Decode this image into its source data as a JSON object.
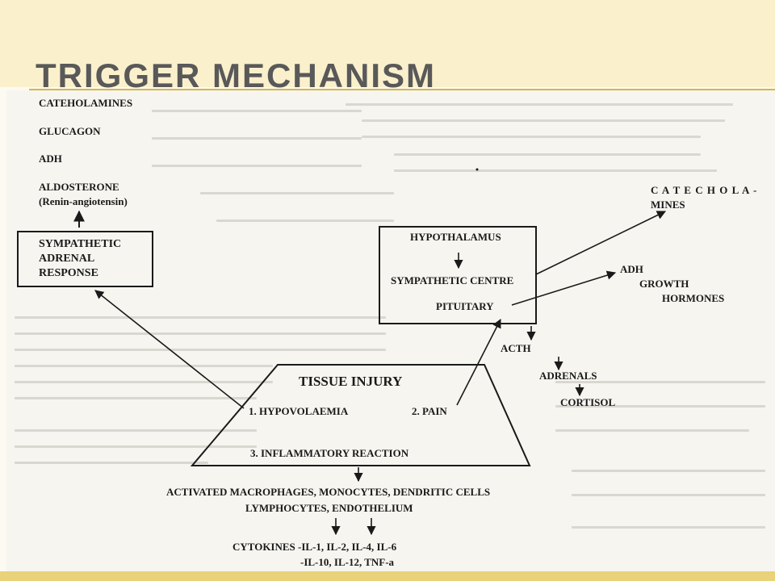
{
  "slide": {
    "title": "TRIGGER  MECHANISM"
  },
  "diagram": {
    "hormones_list": [
      "CATEHOLAMINES",
      "GLUCAGON",
      "ADH",
      "ALDOSTERONE",
      "(Renin-angiotensin)"
    ],
    "sympathetic_box": [
      "SYMPATHETIC",
      "ADRENAL",
      "RESPONSE"
    ],
    "hypothalamus_box": {
      "hypothalamus": "HYPOTHALAMUS",
      "sympathetic_centre": "SYMPATHETIC CENTRE",
      "pituitary": "PITUITARY"
    },
    "catecholamines": [
      "C A T E C H O L A -",
      "MINES"
    ],
    "adh_growth": [
      "ADH",
      "GROWTH",
      "HORMONES"
    ],
    "acth": "ACTH",
    "adrenals": "ADRENALS",
    "cortisol": "CORTISOL",
    "tissue_injury": {
      "title": "TISSUE  INJURY",
      "hypovolaemia": "1.  HYPOVOLAEMIA",
      "pain": "2.  PAIN",
      "inflammatory": "3.  INFLAMMATORY  REACTION"
    },
    "activated_cells": [
      "ACTIVATED  MACROPHAGES,  MONOCYTES,  DENDRITIC CELLS",
      "LYMPHOCYTES,  ENDOTHELIUM"
    ],
    "cytokines": [
      "CYTOKINES -IL-1,  IL-2,  IL-4,  IL-6",
      "-IL-10, IL-12,  TNF-a"
    ]
  },
  "colors": {
    "title": "#595959",
    "accent_rule": "#d6b743",
    "ink": "#1a1a1a"
  }
}
